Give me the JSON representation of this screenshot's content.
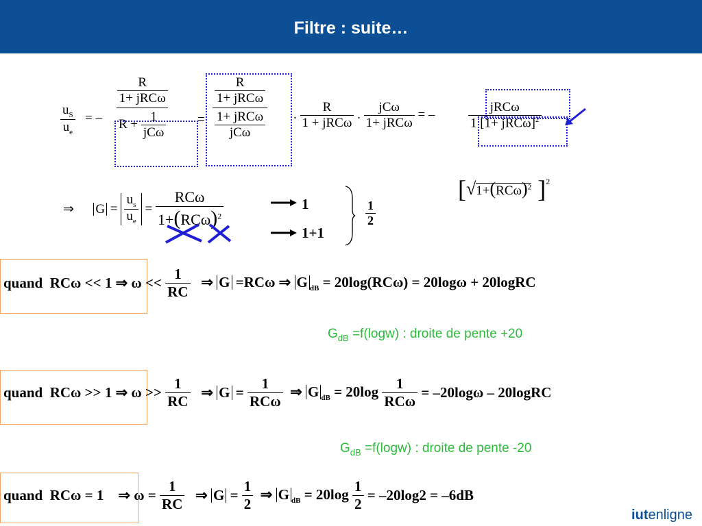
{
  "header": {
    "title": "Filtre : suite…"
  },
  "notes": {
    "slope_pos": {
      "prefix": "G",
      "sub": "dB",
      "text": " =f(logw) : droite de pente +20"
    },
    "slope_neg": {
      "prefix": "G",
      "sub": "dB",
      "text": " =f(logw) : droite de pente -20"
    }
  },
  "logo": {
    "part1": "iut",
    "part2": "enligne"
  },
  "colors": {
    "header": "#0c4f94",
    "annotation_blue": "#1f1fd6",
    "box_orange": "#f4a460",
    "note_green": "#2dbb3a"
  }
}
